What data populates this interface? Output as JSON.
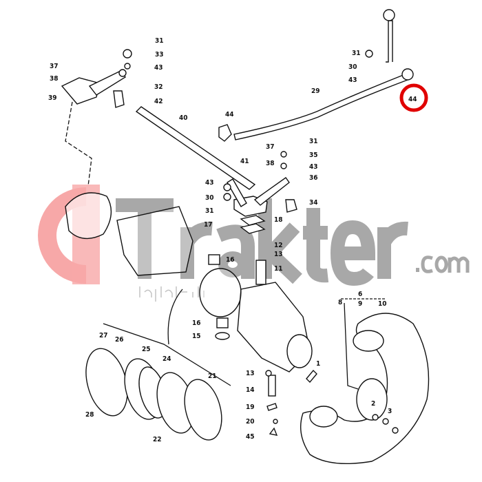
{
  "diagram": {
    "title": "Front axle steering linkage and final drive exploded view",
    "part_labels": [
      "31",
      "33",
      "43",
      "37",
      "38",
      "39",
      "32",
      "42",
      "40",
      "44",
      "29",
      "31",
      "30",
      "43",
      "44",
      "31",
      "37",
      "35",
      "43",
      "41",
      "38",
      "43",
      "36",
      "30",
      "34",
      "31",
      "17",
      "18",
      "12",
      "13",
      "11",
      "16",
      "6",
      "8",
      "9",
      "10",
      "16",
      "15",
      "27",
      "26",
      "25",
      "24",
      "1",
      "13",
      "21",
      "14",
      "19",
      "28",
      "20",
      "22",
      "45",
      "2",
      "3"
    ],
    "highlighted_label_index": 14,
    "highlight_color": "#e00000"
  },
  "watermark": {
    "brand": "Trakter",
    "suffix": ".com",
    "subtext": "lagtalendis",
    "logo_color": "#f5a0a0",
    "text_color": "#a8a8a8"
  }
}
